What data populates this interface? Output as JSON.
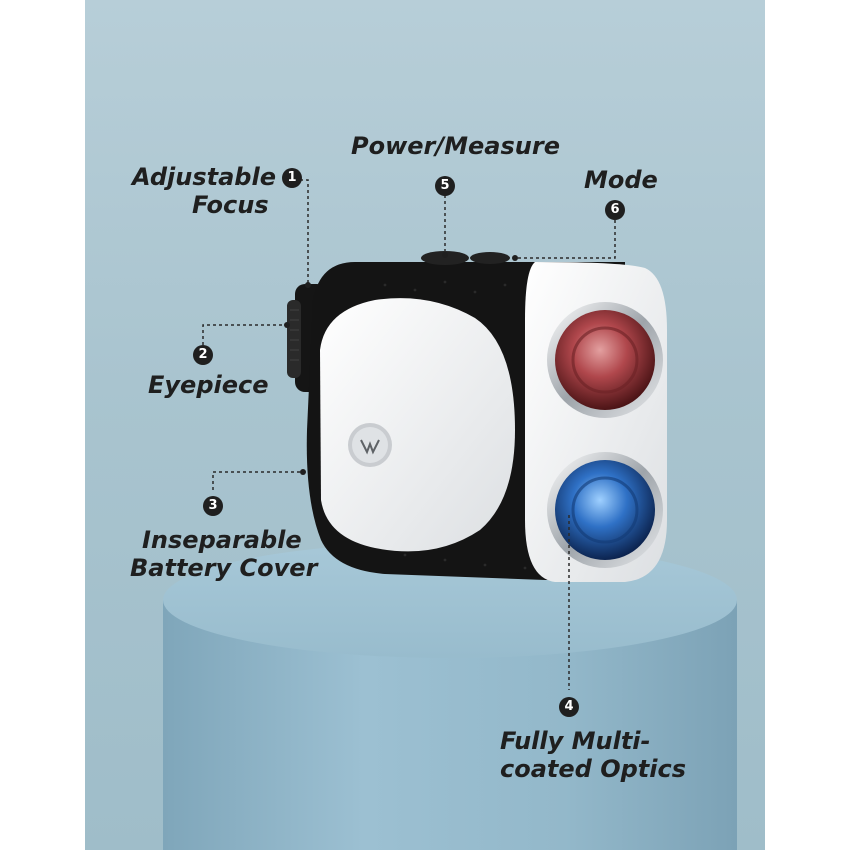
{
  "callouts": [
    {
      "number": "1",
      "label_line1": "Adjustable",
      "label_line2": "Focus"
    },
    {
      "number": "2",
      "label": "Eyepiece"
    },
    {
      "number": "3",
      "label_line1": "Inseparable",
      "label_line2": "Battery Cover"
    },
    {
      "number": "4",
      "label_line1": "Fully Multi-",
      "label_line2": "coated Optics"
    },
    {
      "number": "5",
      "label": "Power/Measure"
    },
    {
      "number": "6",
      "label": "Mode"
    }
  ],
  "colors": {
    "background": "#a9c4cf",
    "pedestal": "#8fb3c5",
    "device_body": "#f2f3f4",
    "grip": "#1b1b1c",
    "lens_top": "#a8343a",
    "lens_bottom": "#1e5aa8",
    "text": "#1f1f1f"
  }
}
